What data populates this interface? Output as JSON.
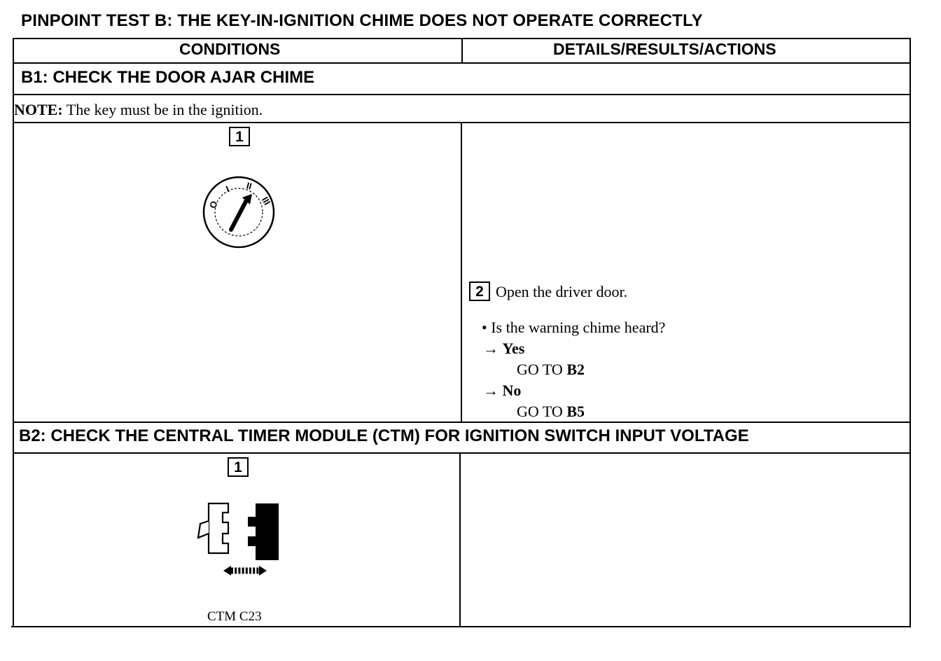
{
  "title": "PINPOINT TEST B: THE KEY-IN-IGNITION CHIME DOES NOT OPERATE CORRECTLY",
  "table": {
    "col_conditions": "CONDITIONS",
    "col_details": "DETAILS/RESULTS/ACTIONS"
  },
  "b1": {
    "heading": "B1: CHECK THE DOOR AJAR CHIME",
    "note_label": "NOTE:",
    "note_text": " The key must be in the ignition.",
    "step1_number": "1",
    "ignition_positions": [
      "O",
      "I",
      "II",
      "III"
    ],
    "step2_number": "2",
    "step2_text": "Open the driver door.",
    "question": "• Is the warning chime heard?",
    "arrow": "→",
    "yes_label": "Yes",
    "yes_goto_prefix": "GO TO ",
    "yes_goto_target": "B2",
    "no_label": "No",
    "no_goto_prefix": "GO TO ",
    "no_goto_target": "B5"
  },
  "b2": {
    "heading": "B2: CHECK THE CENTRAL TIMER MODULE (CTM) FOR IGNITION SWITCH INPUT VOLTAGE",
    "step1_number": "1",
    "connector_caption": "CTM C23"
  }
}
